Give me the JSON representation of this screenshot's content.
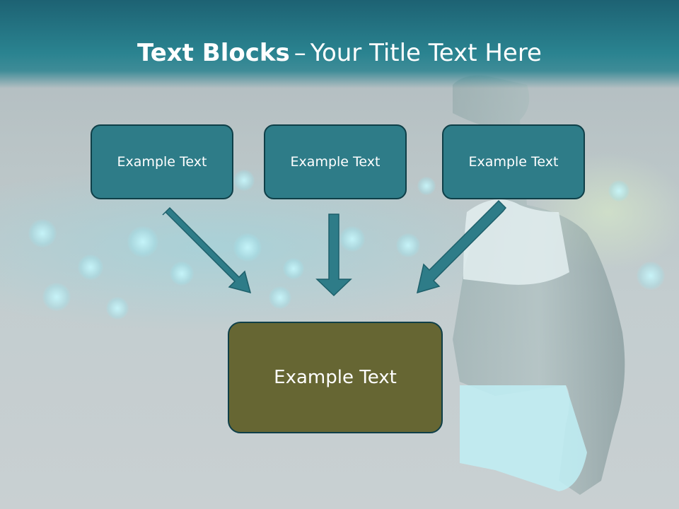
{
  "header": {
    "title_bold": "Text Blocks",
    "title_dash": "–",
    "title_rest": "Your Title Text Here"
  },
  "blocks": {
    "top": [
      "Example Text",
      "Example Text",
      "Example Text"
    ],
    "bottom": "Example Text"
  },
  "colors": {
    "header": "#2a8390",
    "top_box": "#2e7c88",
    "bottom_box": "#666633",
    "border": "#0f3f48",
    "arrow": "#2e7c88"
  },
  "icons": [
    "arrow-down-right-icon",
    "arrow-down-icon",
    "arrow-down-left-icon"
  ]
}
